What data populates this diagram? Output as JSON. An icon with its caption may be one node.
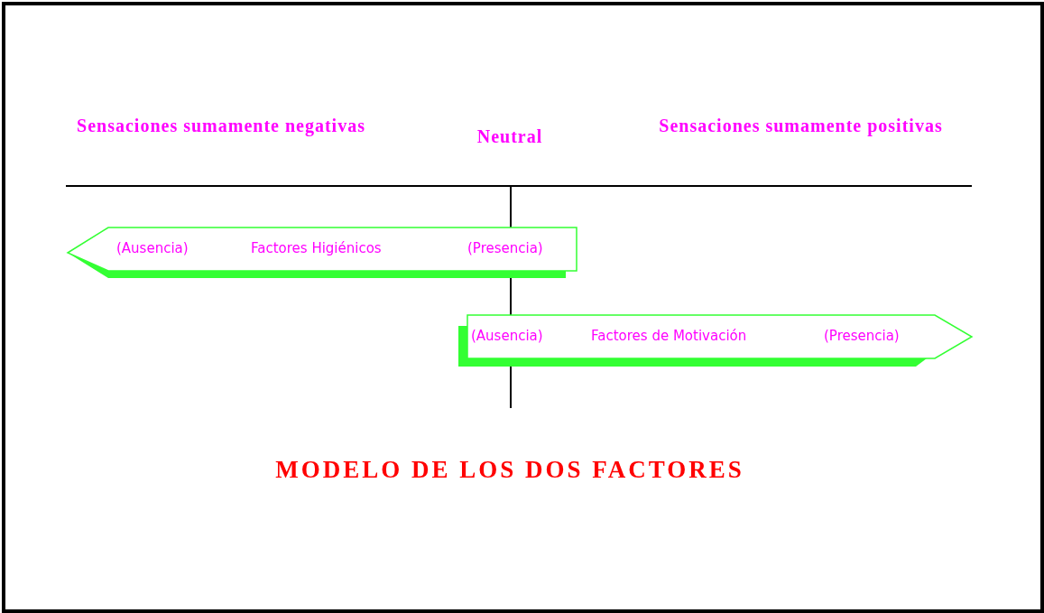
{
  "diagram": {
    "caption": "MODELO DE LOS DOS FACTORES",
    "nodes": [
      {
        "text": [
          "(Ausencia)",
          "Factores Higiénicos",
          "(Presencia)"
        ]
      },
      {
        "text": [
          "(Ausencia)",
          "Factores de Motivación",
          "(Presencia)"
        ]
      }
    ],
    "edges": [],
    "labels": [
      "Sensaciones sumamente negativas",
      "Neutral",
      "Sensaciones sumamente positivas"
    ]
  }
}
